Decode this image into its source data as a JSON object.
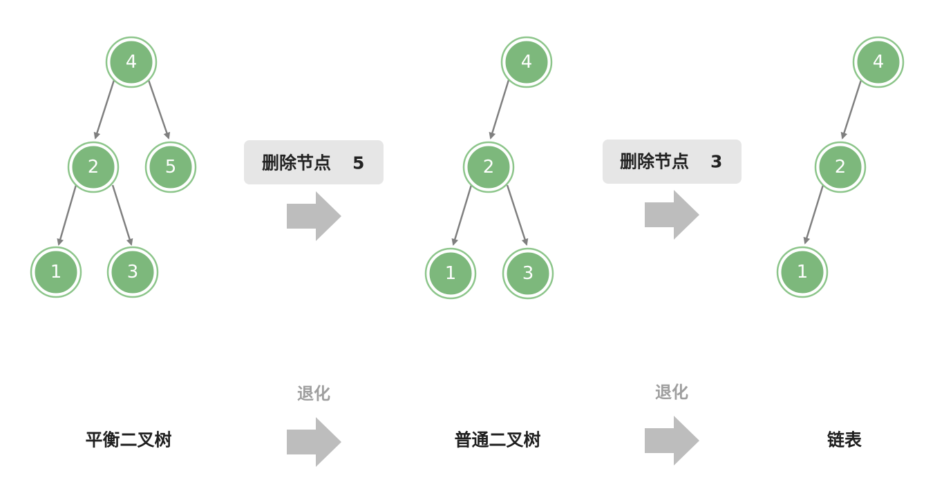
{
  "colors": {
    "node_fill": "#7db87c",
    "node_ring": "#8cc58a",
    "edge": "#7f7f7f",
    "op_box": "#e6e6e6",
    "arrow": "#bdbdbd"
  },
  "trees": [
    {
      "id": "balanced",
      "label": "平衡二叉树",
      "nodes": [
        {
          "id": "b4",
          "value": "4"
        },
        {
          "id": "b2",
          "value": "2"
        },
        {
          "id": "b5",
          "value": "5"
        },
        {
          "id": "b1",
          "value": "1"
        },
        {
          "id": "b3",
          "value": "3"
        }
      ]
    },
    {
      "id": "ordinary",
      "label": "普通二叉树",
      "nodes": [
        {
          "id": "o4",
          "value": "4"
        },
        {
          "id": "o2",
          "value": "2"
        },
        {
          "id": "o1",
          "value": "1"
        },
        {
          "id": "o3",
          "value": "3"
        }
      ]
    },
    {
      "id": "linked",
      "label": "链表",
      "nodes": [
        {
          "id": "l4",
          "value": "4"
        },
        {
          "id": "l2",
          "value": "2"
        },
        {
          "id": "l1",
          "value": "1"
        }
      ]
    }
  ],
  "operations": [
    {
      "text": "删除节点",
      "value": "5"
    },
    {
      "text": "删除节点",
      "value": "3"
    }
  ],
  "transitions": [
    {
      "label": "退化"
    },
    {
      "label": "退化"
    }
  ]
}
